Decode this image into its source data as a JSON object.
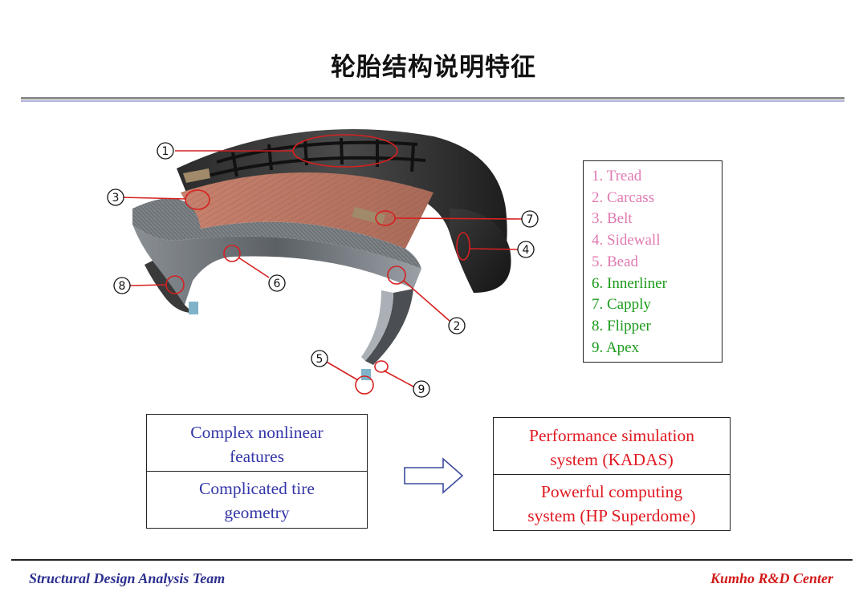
{
  "title": "轮胎结构说明特征",
  "diagram": {
    "callouts": [
      "1",
      "2",
      "3",
      "4",
      "5",
      "6",
      "7",
      "8",
      "9"
    ]
  },
  "legend": {
    "items": [
      {
        "label": "1. Tread",
        "color": "#e07ab2"
      },
      {
        "label": "2. Carcass",
        "color": "#e07ab2"
      },
      {
        "label": "3. Belt",
        "color": "#e07ab2"
      },
      {
        "label": "4. Sidewall",
        "color": "#e07ab2"
      },
      {
        "label": "5. Bead",
        "color": "#e07ab2"
      },
      {
        "label": "6. Innerliner",
        "color": "#1a9b1a"
      },
      {
        "label": "7. Capply",
        "color": "#1a9b1a"
      },
      {
        "label": "8. Flipper",
        "color": "#1a9b1a"
      },
      {
        "label": "9. Apex",
        "color": "#1a9b1a"
      }
    ]
  },
  "features_box": {
    "line1": "Complex nonlinear",
    "line2": "features",
    "line3": "Complicated tire",
    "line4": "geometry"
  },
  "solutions_box": {
    "line1": "Performance simulation",
    "line2": "system (KADAS)",
    "line3": "Powerful computing",
    "line4": "system (HP Superdome)"
  },
  "footer": {
    "left": "Structural Design Analysis Team",
    "right": "Kumho R&D Center"
  },
  "colors": {
    "feature_text": "#3436a8",
    "solution_text": "#e01a22",
    "footer_left": "#2c2f8f",
    "footer_right": "#d11a1a",
    "callout": "#d62020"
  }
}
